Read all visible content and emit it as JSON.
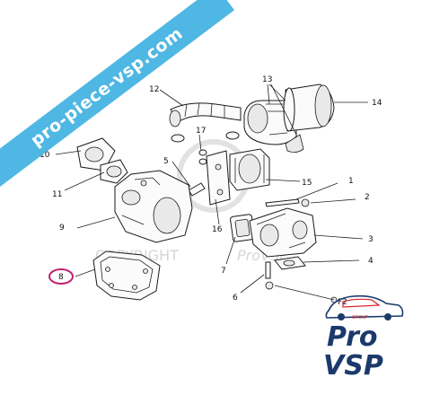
{
  "banner_text": "pro-piece-vsp.com",
  "watermark": "COPYRIGHT",
  "watermark_brand": "ProVSP",
  "highlight_color": "#c0226f",
  "banner_color": "#4fb7e3",
  "logo": {
    "group": "GROUP",
    "pro": "Pro",
    "vsp": "VSP",
    "primary_color": "#1b3a6b",
    "accent_color": "#d8202a"
  },
  "labels": {
    "n1": "1",
    "n2": "2",
    "n3": "3",
    "n4": "4",
    "n5": "5",
    "n6": "6",
    "n7": "7",
    "n8": "8",
    "n9": "9",
    "n10": "10",
    "n11": "11",
    "n12": "12",
    "n13": "13",
    "n14": "14",
    "n15": "15",
    "n16": "16",
    "n17": "17",
    "nf2": "F2"
  }
}
